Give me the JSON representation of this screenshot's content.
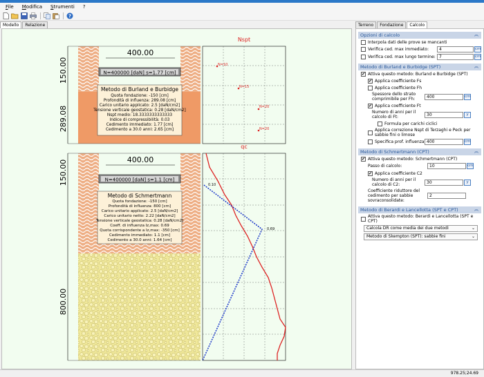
{
  "menu": {
    "file": "File",
    "edit": "Modifica",
    "tools": "Strumenti",
    "help": "?"
  },
  "left_tabs": {
    "model": "Modello",
    "report": "Relazione"
  },
  "right_tabs": {
    "soil": "Terreno",
    "foundation": "Fondazione",
    "calc": "Calcolo"
  },
  "drawing": {
    "top_width": "400.00",
    "top_depth1": "150.00",
    "top_depth2": "289.08",
    "top_load": "N=400000 [daN] s=1.77 [cm]",
    "burland": {
      "title": "Metodo di Burland e Burbidge",
      "lines": [
        "Quota fondazione: -150 [cm]",
        "Profondità di influenza: 289.08 [cm]",
        "Carico unitario applicato: 2.5 [daN/cm2]",
        "Tensione verticale geostatica: 0.28 [daN/cm2]",
        "Nspt medio: 18.3333333333333",
        "Indice di compressibilità: 0.03",
        "Cedimento immediato: 1.77 [cm]",
        "Cedimento a 30.0 anni: 2.65 [cm]"
      ]
    },
    "nspt_title": "Nspt",
    "nspt_labels": [
      "N=10",
      "N=15",
      "N=20",
      "N=20"
    ],
    "qc_title": "qc",
    "bot_width": "400.00",
    "bot_depth1": "150.00",
    "bot_depth2": "800.00",
    "bot_load": "N=400000 [daN] s=1.1 [cm]",
    "schmertmann": {
      "title": "Metodo di Schmertmann",
      "lines": [
        "Quota fondazione: -150 [cm]",
        "Profondità di influenza: 800 [cm]",
        "Carico unitario applicato: 2.5 [daN/cm2]",
        "Carico unitario netto: 2.22 [daN/cm2]",
        "Tensione verticale geostatica: 0.28 [daN/cm2]",
        "Coeff. di influenza Iz,max: 0.69",
        "Quota corrispondente a Iz,max: -350 [cm]",
        "Cedimento immediato: 1.1 [cm]",
        "Cedimento a 30.0 anni: 1.64 [cm]"
      ]
    },
    "iz_labels": [
      "0.10",
      "0.69"
    ]
  },
  "options": {
    "header": "Opzioni di calcolo",
    "interp": "Interpola dati delle prove se mancanti",
    "imm_label": "Verifica ced. max immediato:",
    "imm_value": "4",
    "long_label": "Verifica ced. max lungo termine:",
    "long_value": "7",
    "unit_cm": "cm"
  },
  "burland": {
    "header": "Metodo di Burland e Burbidge (SPT)",
    "activate": "Attiva questo metodo: Burland e Burbidge (SPT)",
    "fs": "Applica coefficiente Fs",
    "fh": "Applica coefficiente Fh",
    "thick_label": "Spessore dello strato comprimibile per Fh:",
    "thick_value": "400",
    "ft": "Applica coefficiente Ft",
    "years_label": "Numero di anni per il calcolo di Ft:",
    "years_value": "30",
    "year_unit": "y",
    "cyclic": "Formula per carichi ciclici",
    "terzaghi": "Applica correzione Nspt di Terzaghi e Peck per sabbie fini o limose",
    "infl": "Specifica prof. influenza",
    "infl_value": "400"
  },
  "schmert": {
    "header": "Metodo di Schmertmann (CPT)",
    "activate": "Attiva questo metodo: Schmertmann (CPT)",
    "step_label": "Passo di calcolo:",
    "step_value": "10",
    "c2": "Applica coefficiente C2",
    "years_label": "Numero di anni per il calcolo di C2:",
    "years_value": "30",
    "coef_label": "Coefficiente riduttore del cedimento per sabbie sovraconsolidate:",
    "coef_value": "2"
  },
  "berardi": {
    "header": "Metodo di Berardi e Lancellotta (SPT e CPT)",
    "activate": "Attiva questo metodo: Berardi e Lancellotta (SPT e CPT)",
    "select1": "Calcola DR come media dei due metodi",
    "select2": "Metodo di Skempton (SPT): sabbie fini"
  },
  "status": "978.25;24.69"
}
